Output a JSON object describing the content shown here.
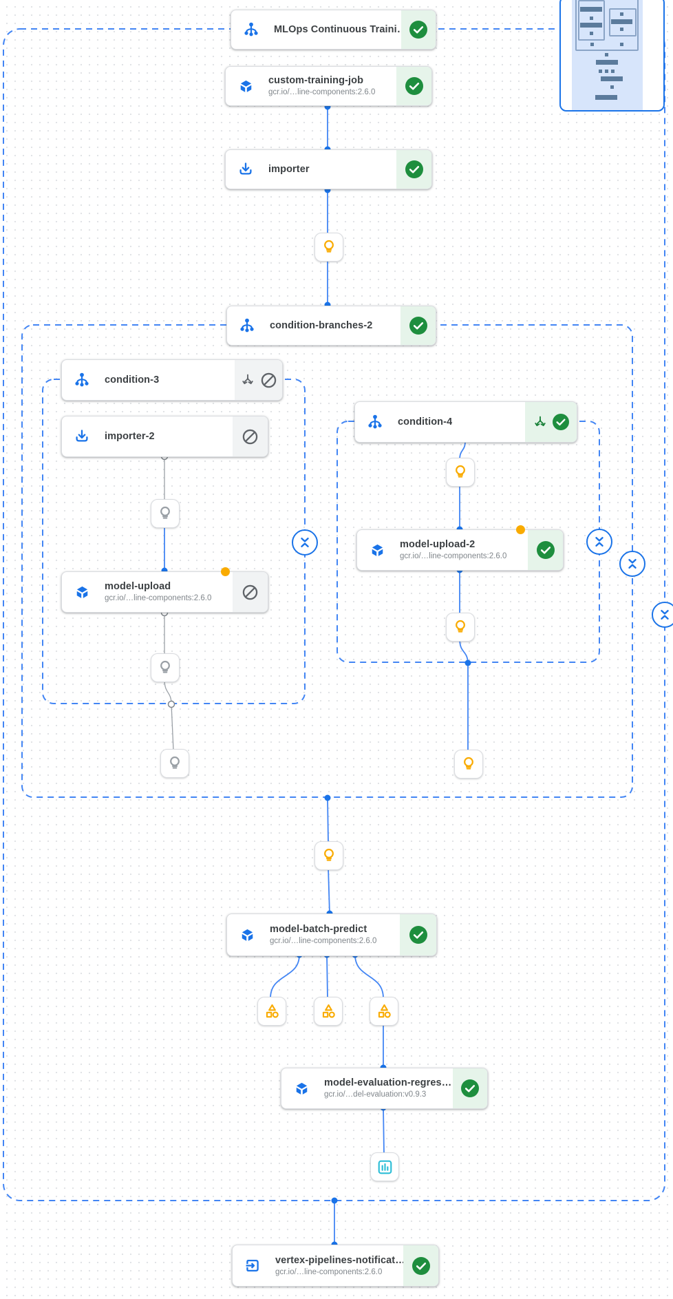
{
  "app": {
    "view": "Vertex AI pipeline run graph",
    "canvas": "dag-canvas-with-dot-grid"
  },
  "colors": {
    "accent_blue": "#1a73e8",
    "edge_blue": "#4285f4",
    "success_green": "#1e8e3e",
    "success_bg": "#e6f4ea",
    "skipped_bg": "#f1f3f4",
    "skipped_icon_gray": "#5f6368",
    "artifact_amber": "#f9ab00",
    "artifact_gray": "#9aa0a6",
    "metric_cyan": "#2bbdd6",
    "minimap_node_slate": "#5b7b9c",
    "minimap_viewport_blue": "#d7e5fb"
  },
  "groups": {
    "root": {
      "label": "MLOps Continuous Training pipeline scope",
      "style": "blue-dashed"
    },
    "condition_branches_2": {
      "label": "condition-branches-2 scope",
      "style": "blue-dashed"
    },
    "condition_3": {
      "label": "condition-3 scope",
      "style": "blue-dashed"
    },
    "condition_4": {
      "label": "condition-4 scope",
      "style": "blue-dashed"
    }
  },
  "nodes": {
    "mlops": {
      "title": "MLOps Continuous Traini…",
      "icon": "pipeline-icon",
      "status": "succeeded"
    },
    "custom_training_job": {
      "title": "custom-training-job",
      "subtitle": "gcr.io/…line-components:2.6.0",
      "icon": "cube-icon",
      "status": "succeeded"
    },
    "importer": {
      "title": "importer",
      "icon": "download-icon",
      "status": "succeeded"
    },
    "condition_branches_2": {
      "title": "condition-branches-2",
      "icon": "pipeline-icon",
      "status": "succeeded"
    },
    "condition_3": {
      "title": "condition-3",
      "icon": "pipeline-icon",
      "status": "skipped",
      "branch_icon": true
    },
    "importer_2": {
      "title": "importer-2",
      "icon": "download-icon",
      "status": "skipped"
    },
    "model_upload": {
      "title": "model-upload",
      "subtitle": "gcr.io/…line-components:2.6.0",
      "icon": "cube-icon",
      "status": "skipped",
      "badge": "amber-dot"
    },
    "condition_4": {
      "title": "condition-4",
      "icon": "pipeline-icon",
      "status": "succeeded",
      "branch_icon": true
    },
    "model_upload_2": {
      "title": "model-upload-2",
      "subtitle": "gcr.io/…line-components:2.6.0",
      "icon": "cube-icon",
      "status": "succeeded",
      "badge": "amber-dot"
    },
    "model_batch_predict": {
      "title": "model-batch-predict",
      "subtitle": "gcr.io/…line-components:2.6.0",
      "icon": "cube-icon",
      "status": "succeeded"
    },
    "model_evaluation": {
      "title": "model-evaluation-regres…",
      "subtitle": "gcr.io/…del-evaluation:v0.9.3",
      "icon": "cube-icon",
      "status": "succeeded"
    },
    "vertex_notification": {
      "title": "vertex-pipelines-notificat…",
      "subtitle": "gcr.io/…line-components:2.6.0",
      "icon": "exit-icon",
      "status": "succeeded"
    }
  },
  "artifacts": [
    {
      "id": "artifact-importer-output",
      "type": "lightbulb",
      "state": "active"
    },
    {
      "id": "artifact-importer2-output",
      "type": "lightbulb",
      "state": "skipped"
    },
    {
      "id": "artifact-model-upload-output",
      "type": "lightbulb",
      "state": "skipped"
    },
    {
      "id": "artifact-condition3-output",
      "type": "lightbulb",
      "state": "skipped"
    },
    {
      "id": "artifact-condition4-input",
      "type": "lightbulb",
      "state": "active"
    },
    {
      "id": "artifact-model-upload2-output",
      "type": "lightbulb",
      "state": "active"
    },
    {
      "id": "artifact-condition4-output",
      "type": "lightbulb",
      "state": "active"
    },
    {
      "id": "artifact-branches-output",
      "type": "lightbulb",
      "state": "active"
    },
    {
      "id": "artifact-metrics-1",
      "type": "metrics",
      "state": "active"
    },
    {
      "id": "artifact-metrics-2",
      "type": "metrics",
      "state": "active"
    },
    {
      "id": "artifact-metrics-3",
      "type": "metrics",
      "state": "active"
    },
    {
      "id": "artifact-evaluation-chart",
      "type": "bar-chart",
      "state": "active"
    }
  ],
  "controls": {
    "collapse_buttons": 4,
    "collapse_icon": "unfold-less-icon",
    "minimap": {
      "present": true,
      "position": "top-right"
    }
  }
}
